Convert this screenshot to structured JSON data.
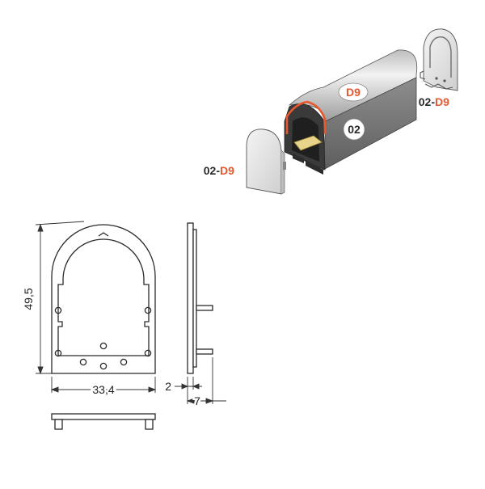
{
  "labels": {
    "code_d9": "D9",
    "code_02": "02",
    "endcap_left_prefix": "02-",
    "endcap_left_code": "D9",
    "endcap_right_prefix": "02-",
    "endcap_right_code": "D9"
  },
  "dimensions": {
    "height": "49,5",
    "width": "33,4",
    "thickness": "2",
    "depth": "7"
  },
  "colors": {
    "accent": "#e8582e",
    "line": "#2a2a2a",
    "profile_dark": "#7a7a7a",
    "profile_light": "#d4d4d4",
    "cap_fill": "#eaeaea"
  }
}
